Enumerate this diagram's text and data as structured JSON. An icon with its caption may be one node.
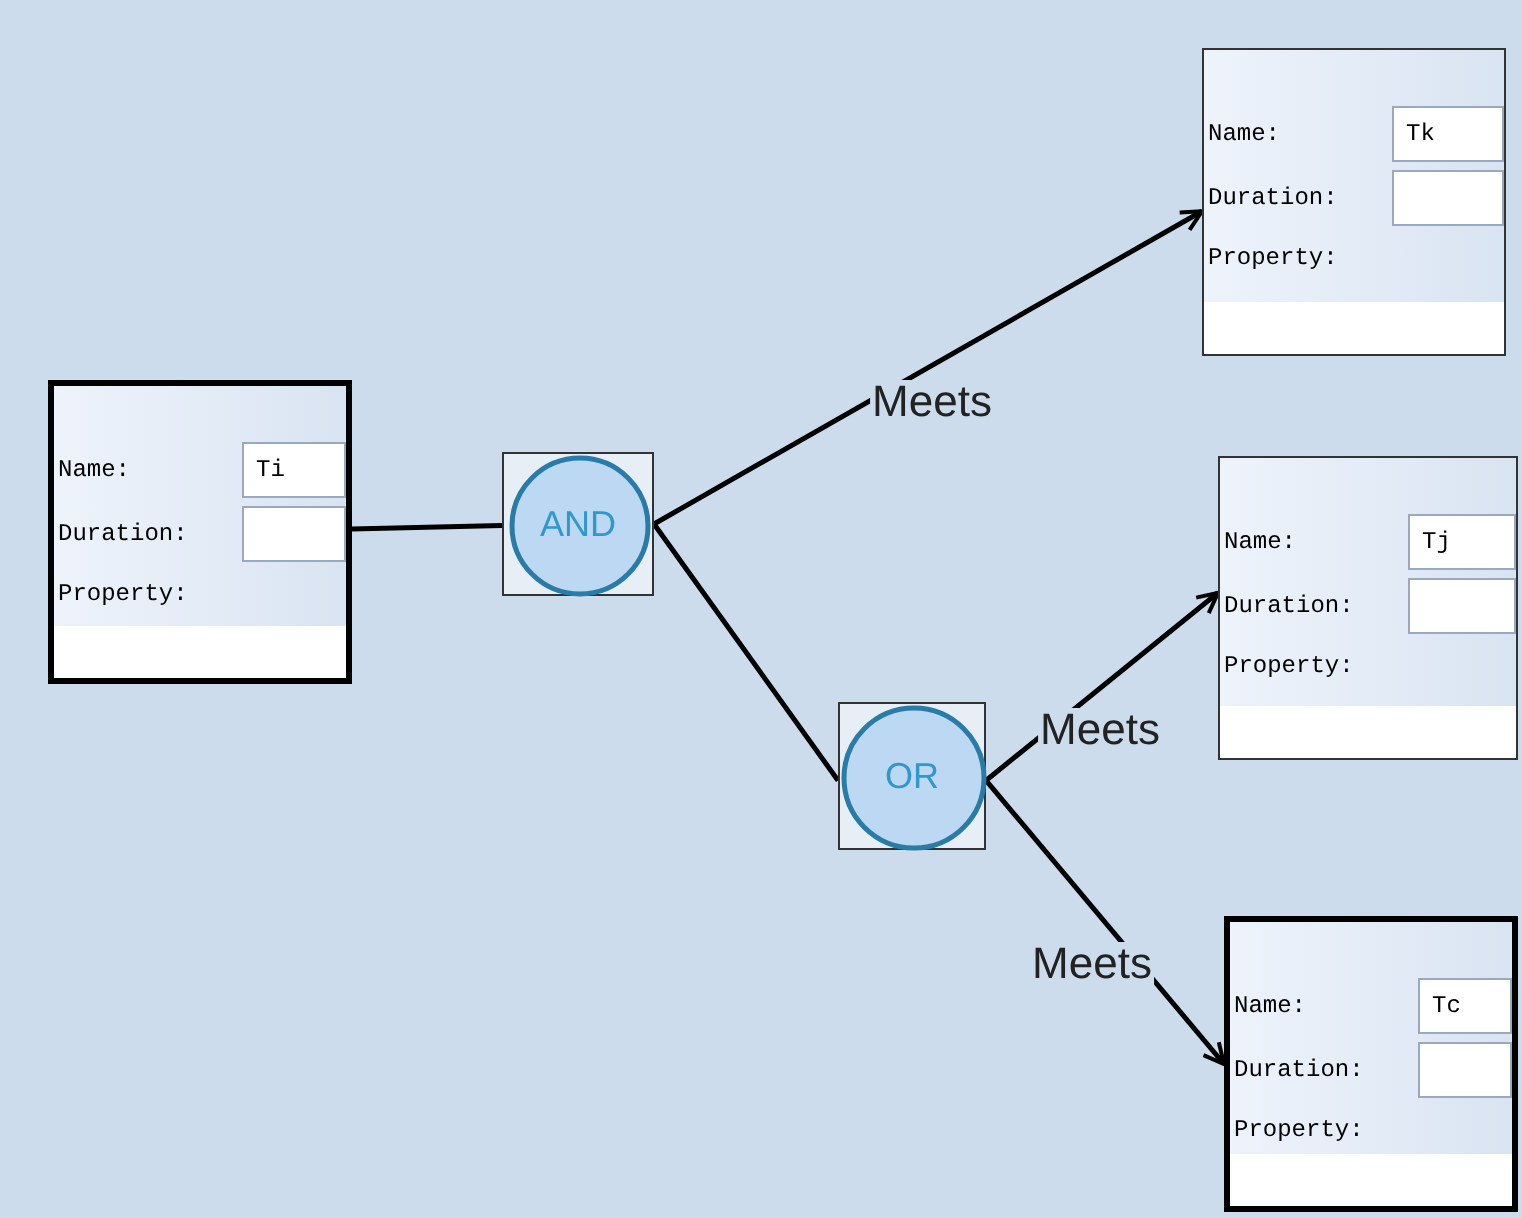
{
  "diagram": {
    "nodes": [
      {
        "text": [
          "Name:",
          "Ti",
          "Duration:",
          "Property:"
        ]
      },
      {
        "text": [
          "AND"
        ]
      },
      {
        "text": [
          "Name:",
          "Tk",
          "Duration:",
          "Property:"
        ]
      },
      {
        "text": [
          "OR"
        ]
      },
      {
        "text": [
          "Name:",
          "Tj",
          "Duration:",
          "Property:"
        ]
      },
      {
        "text": [
          "Name:",
          "Tc",
          "Duration:",
          "Property:"
        ]
      }
    ],
    "edges": [
      {
        "from": 0,
        "to": 1,
        "arrow": "none"
      },
      {
        "from": 1,
        "to": 2,
        "arrow": "to",
        "label": "Meets"
      },
      {
        "from": 1,
        "to": 3,
        "arrow": "none"
      },
      {
        "from": 3,
        "to": 4,
        "arrow": "to",
        "label": "Meets"
      },
      {
        "from": 3,
        "to": 5,
        "arrow": "to",
        "label": "Meets"
      }
    ]
  }
}
